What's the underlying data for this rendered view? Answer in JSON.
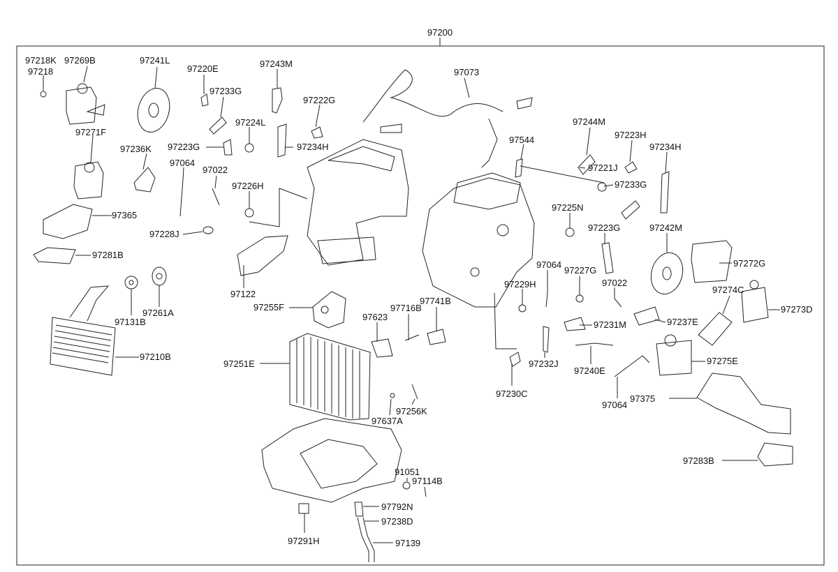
{
  "diagram": {
    "assembly_label": "97200",
    "part_labels": [
      "97218K",
      "97269B",
      "97218",
      "97241L",
      "97220E",
      "97243M",
      "97233G",
      "97073",
      "97222G",
      "97224L",
      "97234H",
      "97223G",
      "97271F",
      "97236K",
      "97064",
      "97022",
      "97226H",
      "97544",
      "97244M",
      "97223H",
      "97234H",
      "97221J",
      "97233G",
      "97225N",
      "97223G",
      "97242M",
      "97272G",
      "97365",
      "97228J",
      "97281B",
      "97122",
      "97131B",
      "97261A",
      "97255F",
      "97210B",
      "97716B",
      "97741B",
      "97623",
      "97064",
      "97229H",
      "97227G",
      "97022",
      "97231M",
      "97237E",
      "97274C",
      "97273D",
      "97251E",
      "97232J",
      "97240E",
      "97230C",
      "97275E",
      "97256K",
      "97637A",
      "97064",
      "97375",
      "97283B",
      "91051",
      "97114B",
      "97792N",
      "97238D",
      "97291H",
      "97139"
    ]
  }
}
